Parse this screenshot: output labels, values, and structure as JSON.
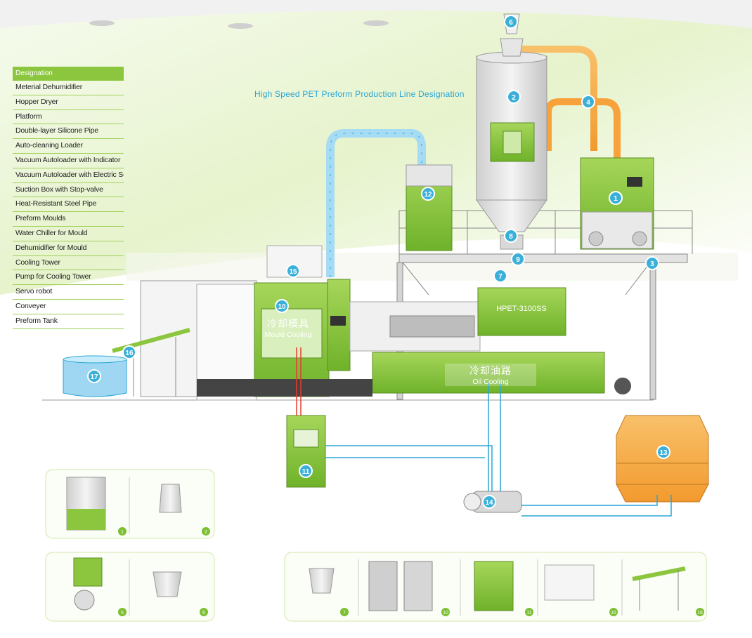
{
  "diagram_title": "High Speed PET  Preform  Production  Line  Designation",
  "legend": {
    "header": "Designation",
    "items": [
      "Meterial Dehumidifier",
      "Hopper Dryer",
      "Platform",
      "Double-layer Silicone Pipe",
      "Auto-cleaning Loader",
      "Vacuum Autoloader with Indicator",
      "Vacuum Autoloader with Electric Senso",
      "Suction Box with Stop-valve",
      "Heat-Resistant Steel Pipe",
      "Preform  Moulds",
      "Water Chiller for Mould",
      "Dehumidifier for Mould",
      "Cooling Tower",
      "Pump for Cooling Tower",
      "Servo  robot",
      "Conveyer",
      "Preform Tank"
    ]
  },
  "machine_label": "HPET-3100SS",
  "mould_cooling": {
    "cn": "冷却模具",
    "en": "Mould Cooling"
  },
  "oil_cooling": {
    "cn": "冷却油路",
    "en": "Oil Cooling"
  },
  "markers": [
    "1",
    "2",
    "3",
    "4",
    "6",
    "7",
    "8",
    "9",
    "10",
    "11",
    "12",
    "13",
    "14",
    "15",
    "16",
    "17"
  ],
  "thumbs_left_top": [
    "1",
    "2"
  ],
  "thumbs_left_bottom": [
    "5",
    "6"
  ],
  "thumbs_bottom_right": [
    "7",
    "10",
    "11",
    "15",
    "16"
  ],
  "colors": {
    "green": "#8cc63f",
    "blue": "#2aa6d6",
    "orange": "#f7a23a",
    "grey": "#d9d9d9"
  }
}
